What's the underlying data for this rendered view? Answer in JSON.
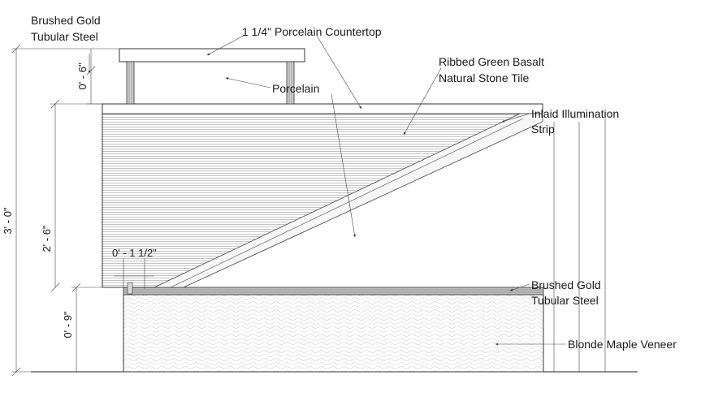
{
  "labels": {
    "brushed_gold_top": [
      "Brushed Gold",
      "Tubular Steel"
    ],
    "countertop": "1 1/4\" Porcelain Countertop",
    "basalt": [
      "Ribbed Green Basalt",
      "Natural Stone Tile"
    ],
    "porcelain": "Porcelain",
    "illumination": [
      "Inlaid Illumination",
      "Strip"
    ],
    "brushed_gold_bottom": [
      "Brushed Gold",
      "Tubular Steel"
    ],
    "maple": "Blonde Maple Veneer"
  },
  "dimensions": {
    "overall": "3' - 0\"",
    "upper_leg": "0' - 6\"",
    "main_body": "2' - 6\"",
    "base": "0' - 9\"",
    "offset": "0' - 1 1/2\""
  }
}
